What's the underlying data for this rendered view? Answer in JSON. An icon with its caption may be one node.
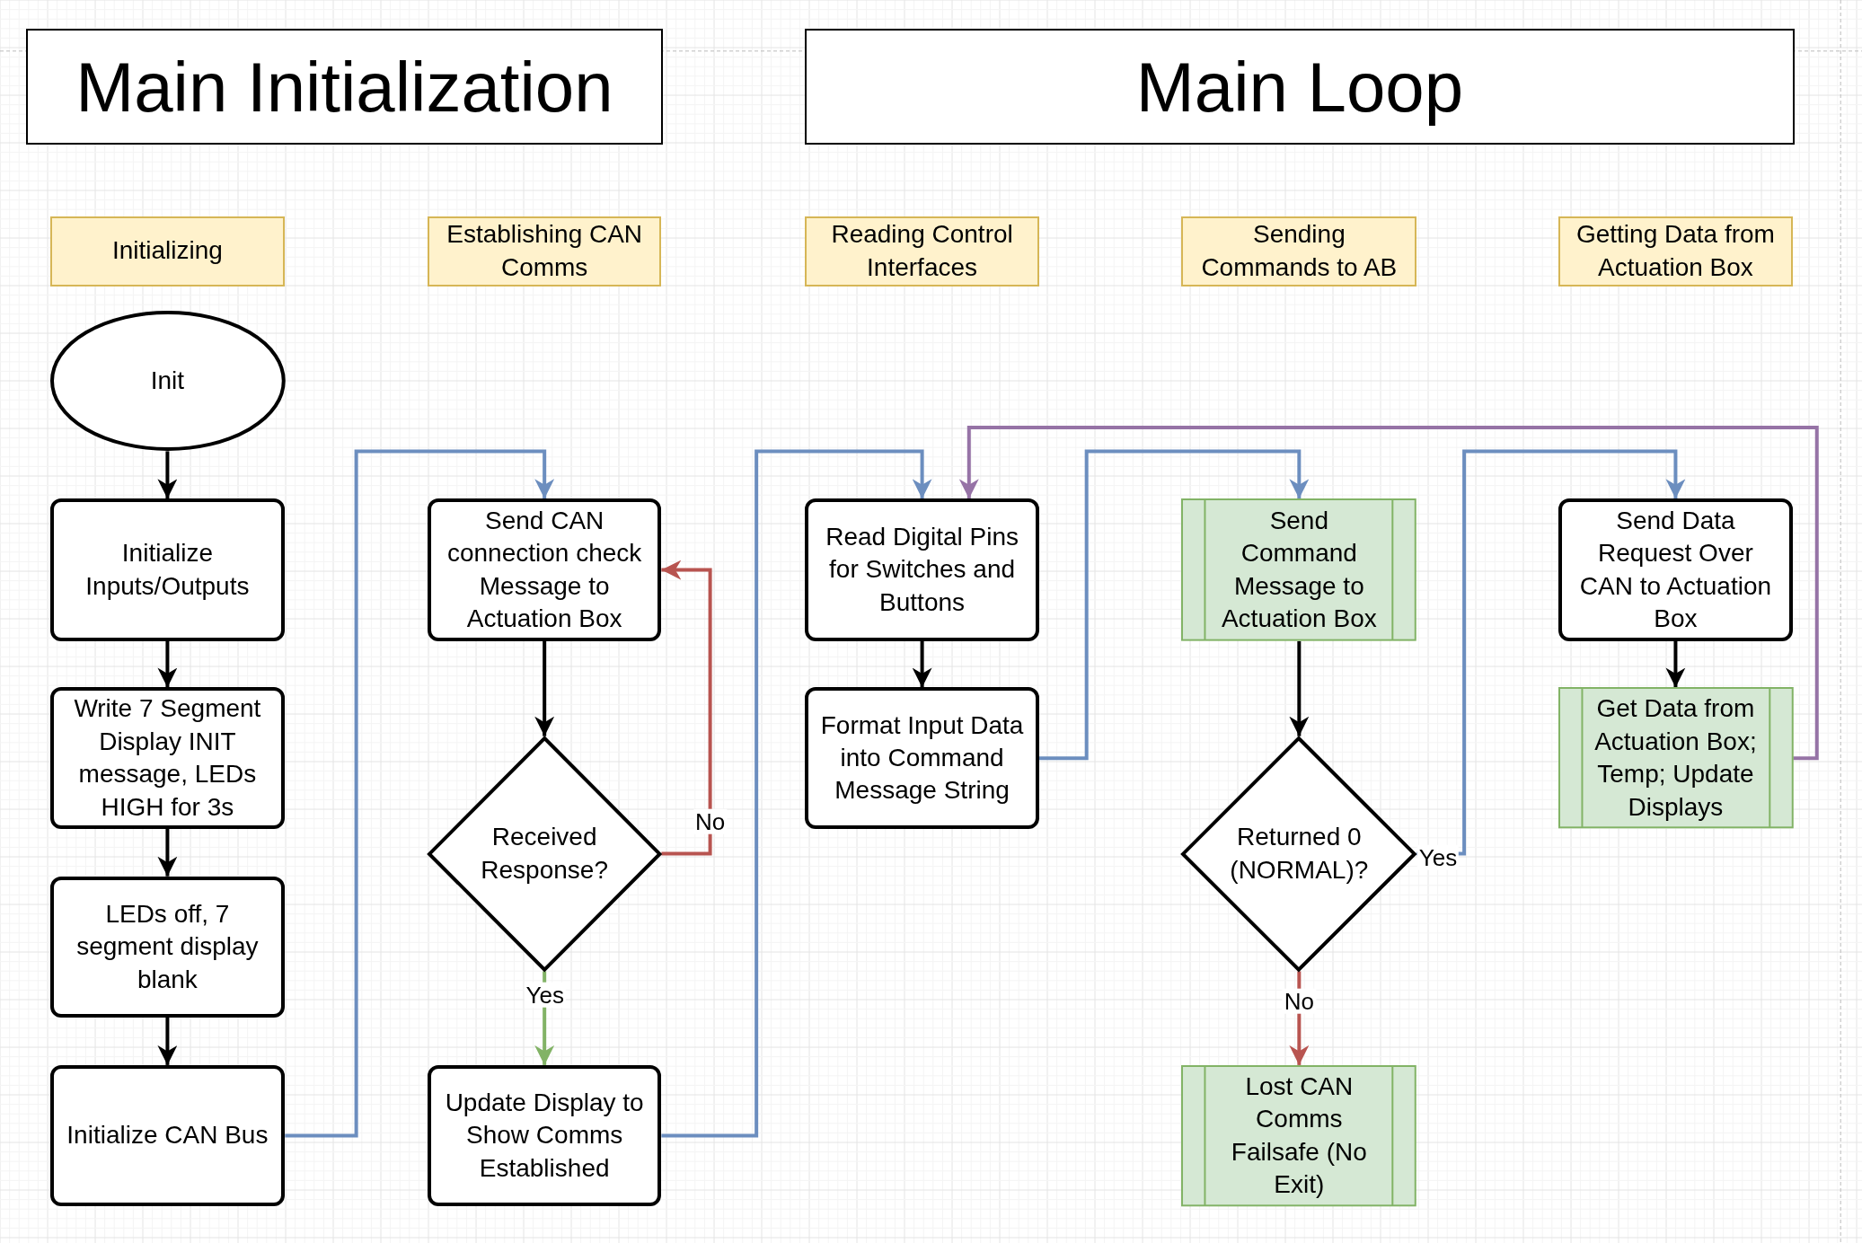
{
  "diagram": {
    "nodes": [
      {
        "text": [
          "Main Initialization"
        ]
      },
      {
        "text": [
          "Main Loop"
        ]
      },
      {
        "text": [
          "Initializing"
        ]
      },
      {
        "text": [
          "Establishing CAN Comms"
        ]
      },
      {
        "text": [
          "Reading Control Interfaces"
        ]
      },
      {
        "text": [
          "Sending Commands to AB"
        ]
      },
      {
        "text": [
          "Getting Data from Actuation Box"
        ]
      },
      {
        "text": [
          "Init"
        ]
      },
      {
        "text": [
          "Initialize Inputs/Outputs"
        ]
      },
      {
        "text": [
          "Write 7 Segment Display INIT message, LEDs HIGH for 3s"
        ]
      },
      {
        "text": [
          "LEDs off, 7 segment display blank"
        ]
      },
      {
        "text": [
          "Initialize CAN Bus"
        ]
      },
      {
        "text": [
          "Send CAN connection check Message to Actuation Box"
        ]
      },
      {
        "text": [
          "Received Response?"
        ]
      },
      {
        "text": [
          "Update Display to Show Comms Established"
        ]
      },
      {
        "text": [
          "Read Digital Pins for Switches and Buttons"
        ]
      },
      {
        "text": [
          "Format Input Data into Command Message String"
        ]
      },
      {
        "text": [
          "Send Command Message to Actuation Box"
        ]
      },
      {
        "text": [
          "Returned 0 (NORMAL)?"
        ]
      },
      {
        "text": [
          "Lost CAN Comms Failsafe (No Exit)"
        ]
      },
      {
        "text": [
          "Send Data Request Over CAN to Actuation Box"
        ]
      },
      {
        "text": [
          "Get Data from Actuation Box; Temp; Update Displays"
        ]
      }
    ],
    "edges": [
      {
        "from": 7,
        "to": 8,
        "arrow": "to"
      },
      {
        "from": 8,
        "to": 9,
        "arrow": "to"
      },
      {
        "from": 9,
        "to": 10,
        "arrow": "to"
      },
      {
        "from": 10,
        "to": 11,
        "arrow": "to"
      },
      {
        "from": 11,
        "to": 12,
        "arrow": "to",
        "color": "#6c8ebf"
      },
      {
        "from": 12,
        "to": 13,
        "arrow": "to"
      },
      {
        "from": 13,
        "to": 12,
        "arrow": "to",
        "label": "No",
        "color": "#b85450"
      },
      {
        "from": 13,
        "to": 14,
        "arrow": "to",
        "label": "Yes",
        "color": "#82b366"
      },
      {
        "from": 14,
        "to": 15,
        "arrow": "to",
        "color": "#6c8ebf"
      },
      {
        "from": 15,
        "to": 16,
        "arrow": "to"
      },
      {
        "from": 16,
        "to": 17,
        "arrow": "to",
        "color": "#6c8ebf"
      },
      {
        "from": 17,
        "to": 18,
        "arrow": "to"
      },
      {
        "from": 18,
        "to": 19,
        "arrow": "to",
        "label": "No",
        "color": "#b85450"
      },
      {
        "from": 18,
        "to": 20,
        "arrow": "to",
        "label": "Yes",
        "color": "#6c8ebf"
      },
      {
        "from": 20,
        "to": 21,
        "arrow": "to"
      },
      {
        "from": 21,
        "to": 15,
        "arrow": "to",
        "color": "#9673a6"
      }
    ]
  }
}
